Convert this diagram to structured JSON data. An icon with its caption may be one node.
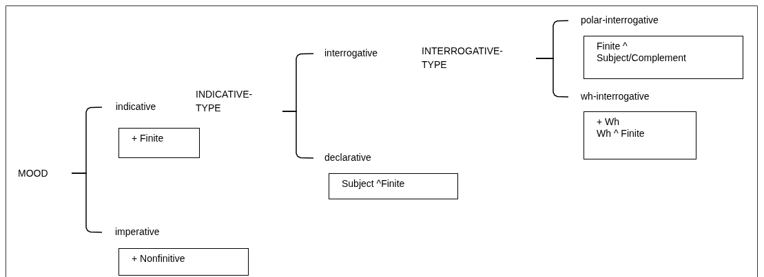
{
  "diagram": {
    "nodes": [
      {
        "text": [
          "MOOD"
        ]
      },
      {
        "text": [
          "indicative"
        ]
      },
      {
        "text": [
          "+ Finite"
        ]
      },
      {
        "text": [
          "imperative"
        ]
      },
      {
        "text": [
          "+ Nonfinitive"
        ]
      },
      {
        "text": [
          "INDICATIVE- TYPE"
        ]
      },
      {
        "text": [
          "interrogative"
        ]
      },
      {
        "text": [
          "declarative"
        ]
      },
      {
        "text": [
          "Subject ^Finite"
        ]
      },
      {
        "text": [
          "INTERROGATIVE- TYPE"
        ]
      },
      {
        "text": [
          "polar-interrogative"
        ]
      },
      {
        "text": [
          "Finite ^ Subject/Complement"
        ]
      },
      {
        "text": [
          "wh-interrogative"
        ]
      },
      {
        "text": [
          "+ Wh",
          "Wh ^ Finite"
        ]
      }
    ],
    "edges": [
      {
        "from": 0,
        "to": 1,
        "arrow": "none"
      },
      {
        "from": 0,
        "to": 3,
        "arrow": "none"
      },
      {
        "from": 5,
        "to": 6,
        "arrow": "none"
      },
      {
        "from": 5,
        "to": 7,
        "arrow": "none"
      },
      {
        "from": 9,
        "to": 10,
        "arrow": "none"
      },
      {
        "from": 9,
        "to": 12,
        "arrow": "none"
      }
    ]
  }
}
